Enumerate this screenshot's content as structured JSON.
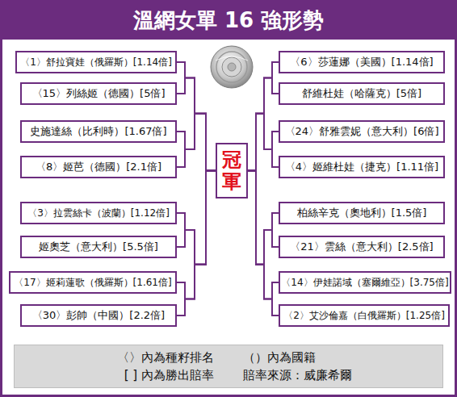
{
  "diagram": {
    "title": "溫網女單 16 強形勢",
    "nodes": [
      {
        "text": [
          "〈1〉舒拉寶娃（俄羅斯）[1.14倍]"
        ]
      },
      {
        "text": [
          "〈15〉列絲姬（德國）[5倍]"
        ]
      },
      {
        "text": [
          "史施達絲（比利時）[1.67倍]"
        ]
      },
      {
        "text": [
          "〈8〉姬芭（德國）[2.1倍]"
        ]
      },
      {
        "text": [
          "〈3〉拉雲絲卡（波蘭）[1.12倍]"
        ]
      },
      {
        "text": [
          "姬奧芝（意大利）[5.5倍]"
        ]
      },
      {
        "text": [
          "〈17〉姬莉蓮歌（俄羅斯）[1.61倍]"
        ]
      },
      {
        "text": [
          "〈30〉彭帥（中國）[2.2倍]"
        ]
      },
      {
        "text": [
          "〈6〉莎蓮娜（美國）[1.14倍]"
        ]
      },
      {
        "text": [
          "舒維杜娃（哈薩克）[5倍]"
        ]
      },
      {
        "text": [
          "〈24〉舒雅雲妮（意大利）[6倍]"
        ]
      },
      {
        "text": [
          "〈4〉姬維杜娃（捷克）[1.11倍]"
        ]
      },
      {
        "text": [
          "柏絲辛克（奧地利）[1.5倍]"
        ]
      },
      {
        "text": [
          "〈21〉雲絲（意大利）[2.5倍]"
        ]
      },
      {
        "text": [
          "〈14〉伊娃諾域（塞爾維亞）[3.75倍]"
        ]
      },
      {
        "text": [
          "〈2〉艾沙倫嘉（白俄羅斯）[1.25倍]"
        ]
      },
      {
        "text": [
          "冠軍"
        ]
      },
      {
        "text": [
          "〈〉內為種籽排名",
          "（）內為國籍",
          "[ ] 內為勝出賠率",
          "賠率來源：威廉希爾"
        ]
      }
    ],
    "edges": [
      {
        "from": 0,
        "to": 16,
        "arrow": "none"
      },
      {
        "from": 1,
        "to": 16,
        "arrow": "none"
      },
      {
        "from": 2,
        "to": 16,
        "arrow": "none"
      },
      {
        "from": 3,
        "to": 16,
        "arrow": "none"
      },
      {
        "from": 4,
        "to": 16,
        "arrow": "none"
      },
      {
        "from": 5,
        "to": 16,
        "arrow": "none"
      },
      {
        "from": 6,
        "to": 16,
        "arrow": "none"
      },
      {
        "from": 7,
        "to": 16,
        "arrow": "none"
      },
      {
        "from": 8,
        "to": 16,
        "arrow": "none"
      },
      {
        "from": 9,
        "to": 16,
        "arrow": "none"
      },
      {
        "from": 10,
        "to": 16,
        "arrow": "none"
      },
      {
        "from": 11,
        "to": 16,
        "arrow": "none"
      },
      {
        "from": 12,
        "to": 16,
        "arrow": "none"
      },
      {
        "from": 13,
        "to": 16,
        "arrow": "none"
      },
      {
        "from": 14,
        "to": 16,
        "arrow": "none"
      },
      {
        "from": 15,
        "to": 16,
        "arrow": "none"
      }
    ]
  }
}
